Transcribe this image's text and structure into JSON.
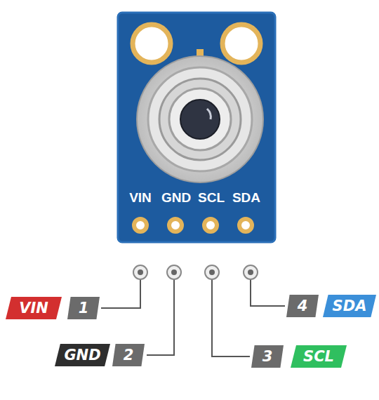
{
  "diagram": {
    "nodes": [
      {
        "text": [
          "VIN"
        ]
      },
      {
        "text": [
          "1"
        ]
      },
      {
        "text": [
          "4"
        ]
      },
      {
        "text": [
          "SDA"
        ]
      },
      {
        "text": [
          "GND"
        ]
      },
      {
        "text": [
          "2"
        ]
      },
      {
        "text": [
          "3"
        ]
      },
      {
        "text": [
          "SCL"
        ]
      }
    ],
    "labels": [
      "VIN",
      "GND",
      "SCL",
      "SDA"
    ]
  }
}
